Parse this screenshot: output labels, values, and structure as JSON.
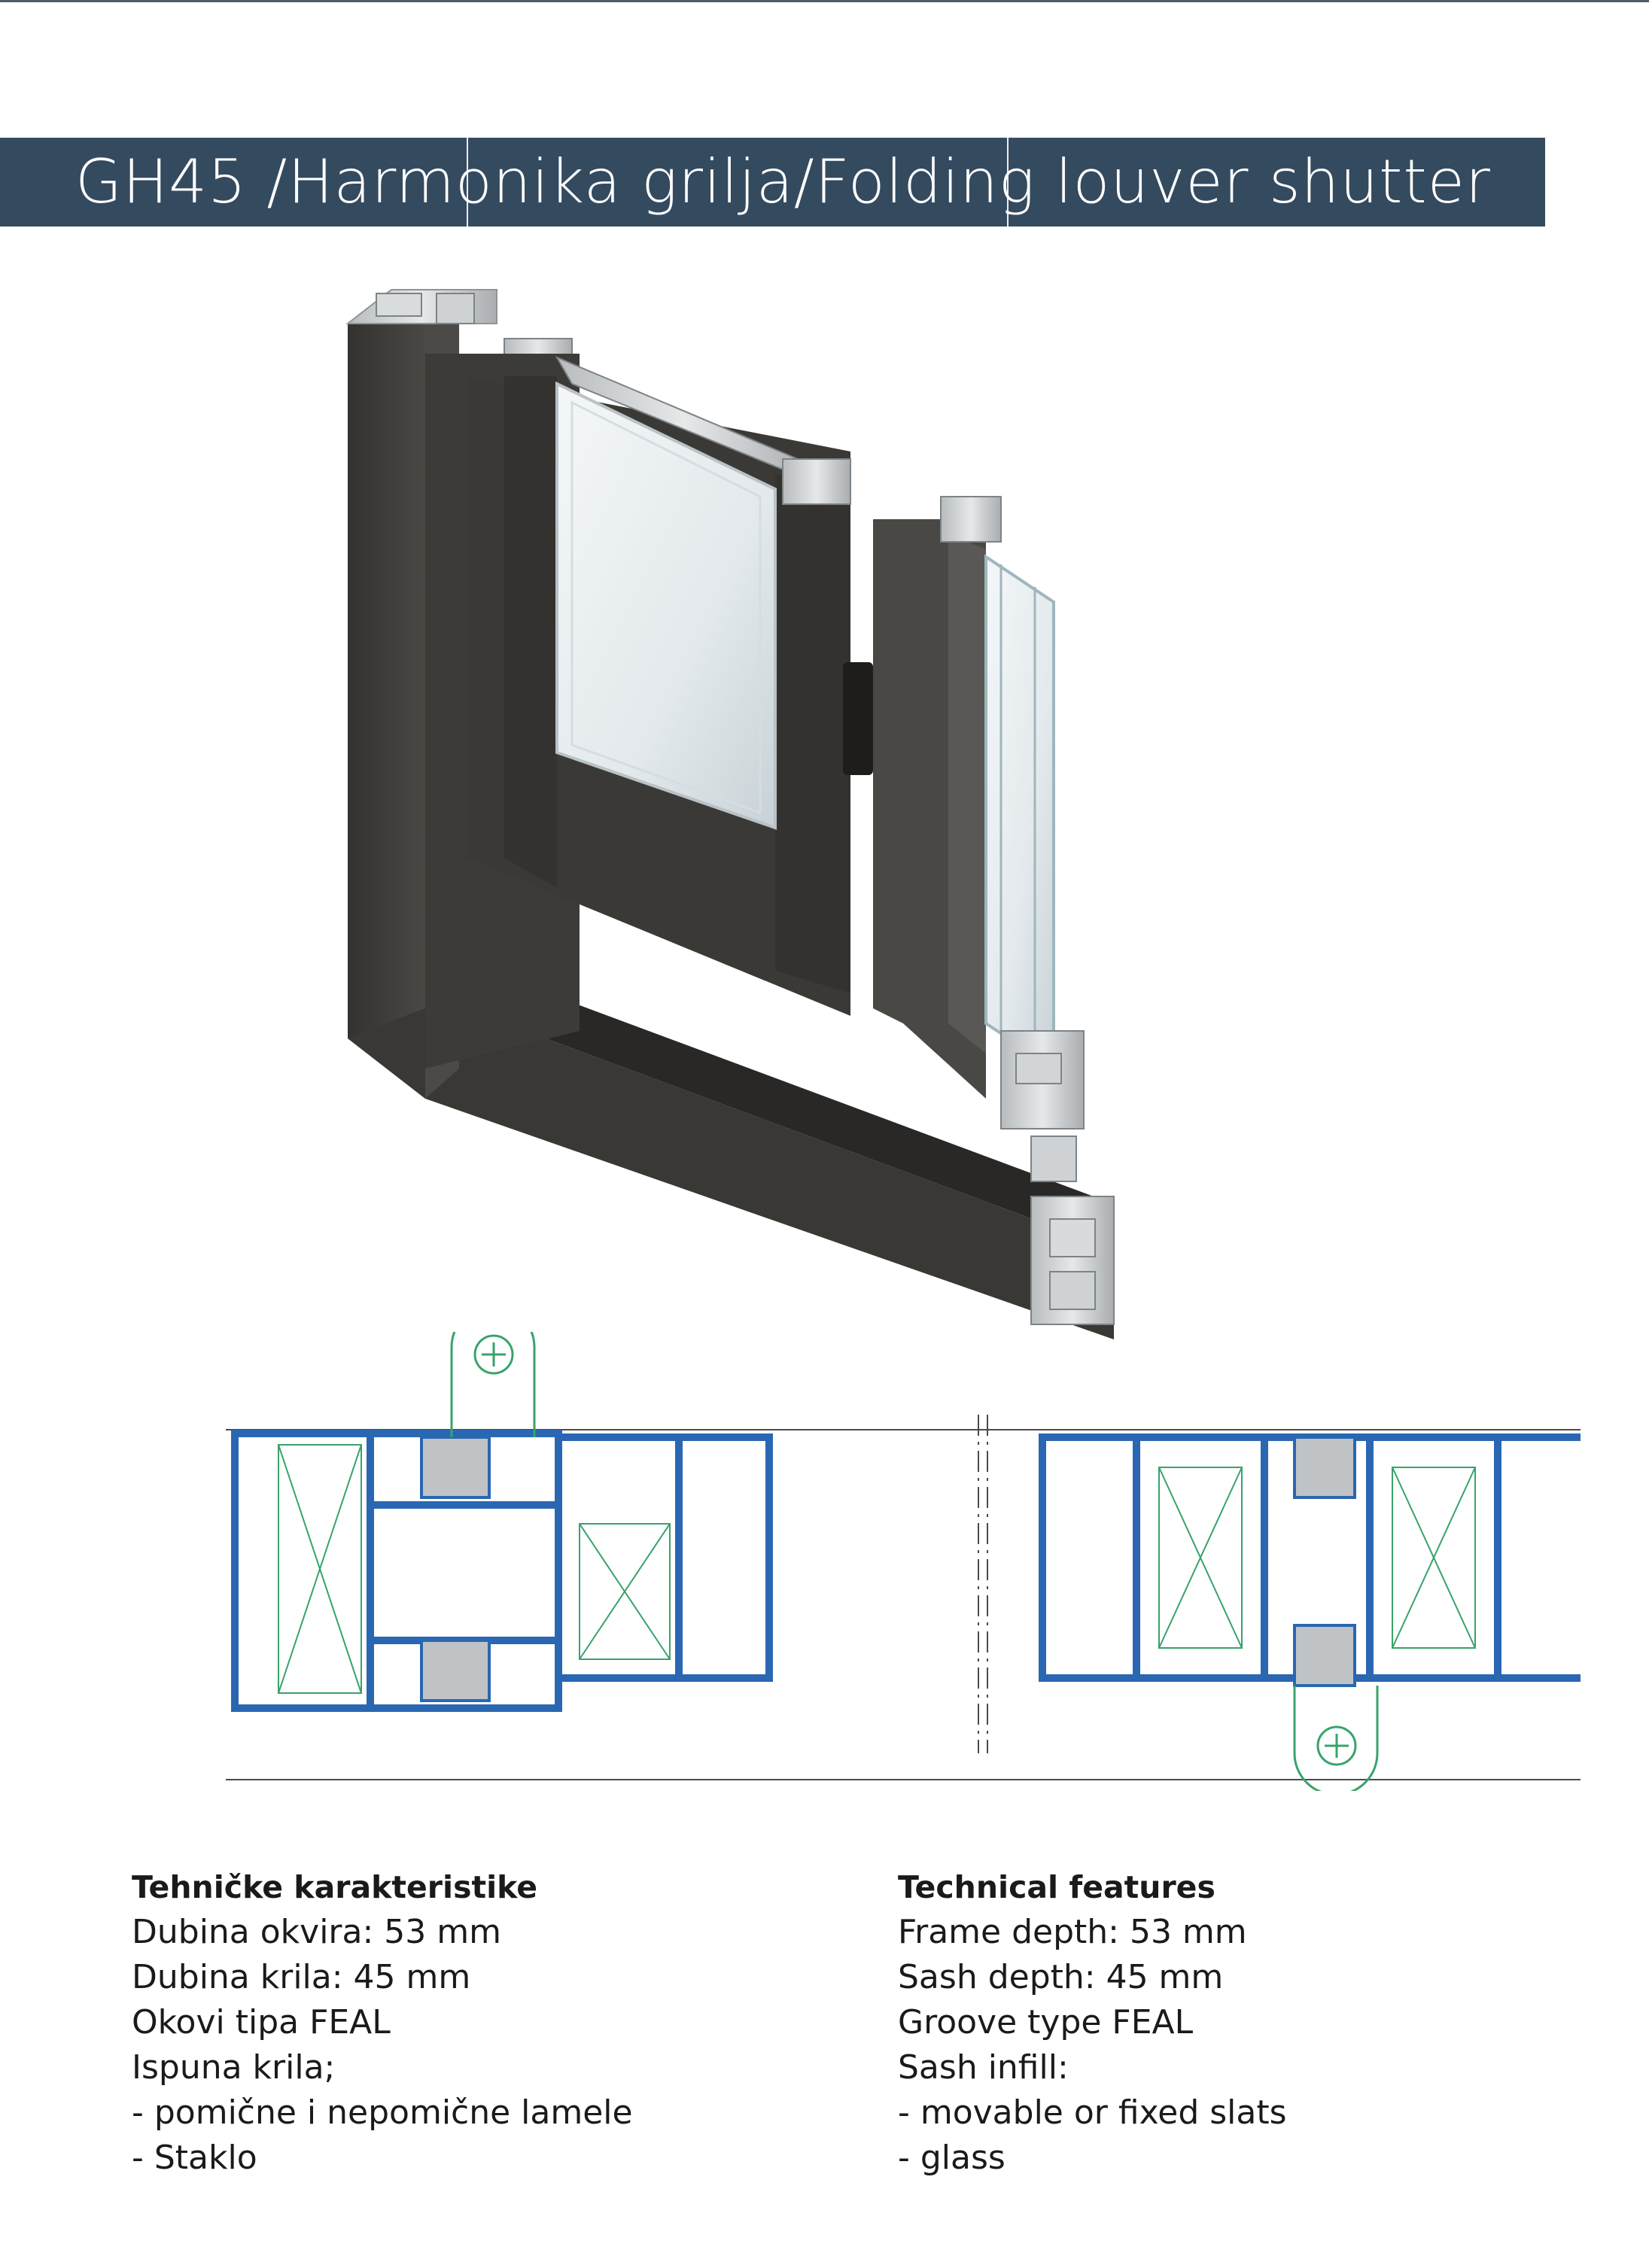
{
  "page": {
    "title": "GH45 /Harmonika grilja/Folding louver shutter"
  },
  "colors": {
    "title_bar": "#344a5f",
    "profile_blue": "#2a67b2",
    "hardware_green": "#38a36a",
    "frame_dark": "#3b3936",
    "aluminium": "#c9ccce"
  },
  "features_local": {
    "heading": "Tehničke karakteristike",
    "lines": [
      "Dubina okvira: 53 mm",
      "Dubina krila: 45 mm",
      "Okovi tipa FEAL",
      "Ispuna krila;",
      "- pomične i nepomične lamele",
      "- Staklo"
    ]
  },
  "features_en": {
    "heading": "Technical features",
    "lines": [
      "Frame depth: 53 mm",
      "Sash depth: 45 mm",
      "Groove type FEAL",
      "Sash infill:",
      "- movable or fixed slats",
      "- glass"
    ]
  }
}
